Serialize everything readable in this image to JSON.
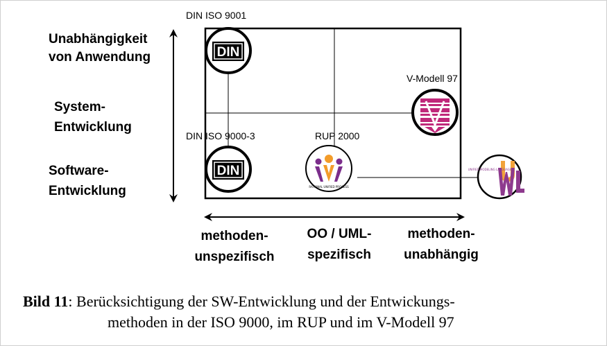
{
  "y_axis": {
    "top_label": [
      "Unabhängigkeit",
      "von Anwendung"
    ],
    "mid_label": [
      "System-",
      "Entwicklung"
    ],
    "bottom_label": [
      "Software-",
      "Entwicklung"
    ]
  },
  "x_axis": {
    "left_label": [
      "methoden-",
      "unspezifisch"
    ],
    "center_label": [
      "OO / UML-",
      "spezifisch"
    ],
    "right_label": [
      "methoden-",
      "unabhängig"
    ]
  },
  "nodes": {
    "din_9001": {
      "label": "DIN ISO 9001",
      "logo_text": "DIN"
    },
    "din_9000_3": {
      "label": "DIN ISO 9000-3",
      "logo_text": "DIN"
    },
    "rup": {
      "label": "RUP 2000",
      "logo_text": "RATIONAL UNIFIED PROCESS"
    },
    "vmodell": {
      "label": "V-Modell 97"
    },
    "uml": {
      "logo_text": "UNIFIED MODELING LANGUAGE",
      "logo_letters": "UML"
    }
  },
  "caption": {
    "figure": "Bild 11",
    "text_line1": ": Berücksichtigung der SW-Entwicklung und der Entwickungs-",
    "text_line2": "methoden in der ISO 9000, im RUP und im V-Modell 97"
  },
  "colors": {
    "rup_purple": "#7b2d8b",
    "rup_orange": "#f39c2a",
    "vmodell_magenta": "#c0287a",
    "uml_purple": "#8e3a8e",
    "uml_orange": "#f2a33a"
  }
}
